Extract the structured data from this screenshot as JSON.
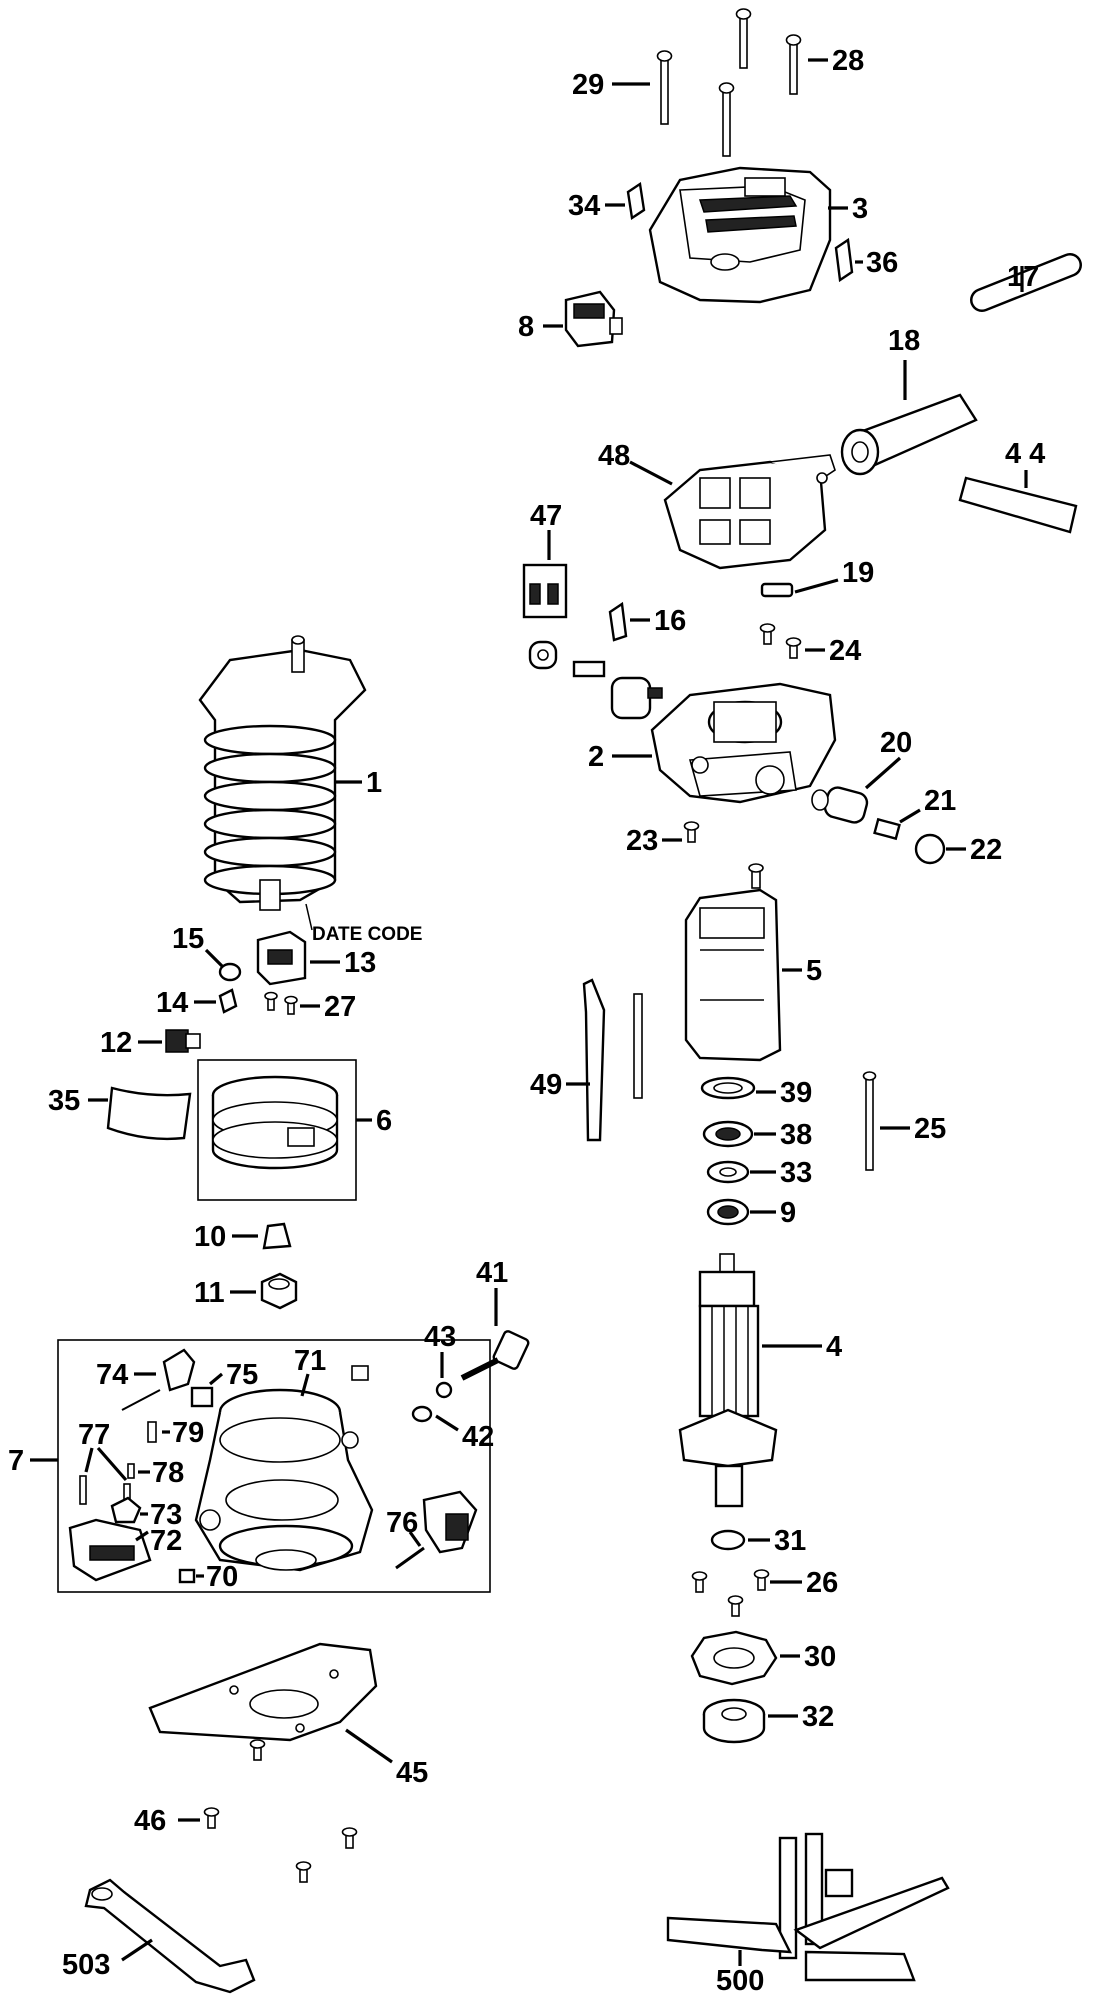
{
  "labels": {
    "p1": "1",
    "p2": "2",
    "p3": "3",
    "p4": "4",
    "p5": "5",
    "p6": "6",
    "p7": "7",
    "p8": "8",
    "p9": "9",
    "p10": "10",
    "p11": "11",
    "p12": "12",
    "p13": "13",
    "p14": "14",
    "p15": "15",
    "p16": "16",
    "p17": "17",
    "p18": "18",
    "p19": "19",
    "p20": "20",
    "p21": "21",
    "p22": "22",
    "p23": "23",
    "p24": "24",
    "p25": "25",
    "p26": "26",
    "p27": "27",
    "p28": "28",
    "p29": "29",
    "p30": "30",
    "p31": "31",
    "p32": "32",
    "p33": "33",
    "p34": "34",
    "p35": "35",
    "p36": "36",
    "p38": "38",
    "p39": "39",
    "p41": "41",
    "p42": "42",
    "p43": "43",
    "p44": "4 4",
    "p45": "45",
    "p46": "46",
    "p47": "47",
    "p48": "48",
    "p49": "49",
    "p70": "70",
    "p71": "71",
    "p72": "72",
    "p73": "73",
    "p74": "74",
    "p75": "75",
    "p76": "76",
    "p77": "77",
    "p78": "78",
    "p79": "79",
    "p500": "500",
    "p503": "503"
  },
  "notes": {
    "date_code": "DATE CODE"
  },
  "icons": {
    "router_parts": "exploded-parts-drawing"
  }
}
